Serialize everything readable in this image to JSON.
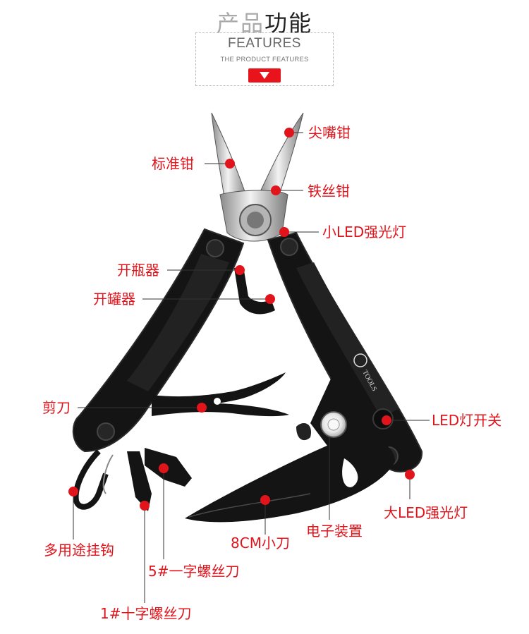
{
  "header": {
    "title_light": "产品",
    "title_dark": "功能",
    "subtitle_en": "FEATURES",
    "tagline_en": "THE PRODUCT FEATURES",
    "button_icon": "triangle-down-icon"
  },
  "product": {
    "brand": "TOOLS"
  },
  "callouts": {
    "needle_nose": "尖嘴钳",
    "standard_pliers": "标准钳",
    "wire_cutter": "铁丝钳",
    "small_led": "小LED强光灯",
    "bottle_opener": "开瓶器",
    "can_opener": "开罐器",
    "scissors": "剪刀",
    "led_switch": "LED灯开关",
    "large_led": "大LED强光灯",
    "multi_hook": "多用途挂钩",
    "blade": "8CM小刀",
    "electronic_device": "电子装置",
    "flat_screwdriver": "5#一字螺丝刀",
    "phillips_screwdriver": "1#十字螺丝刀"
  },
  "colors": {
    "accent": "#e1141c",
    "tool_body": "#141414",
    "steel": "#c8c8c8"
  }
}
